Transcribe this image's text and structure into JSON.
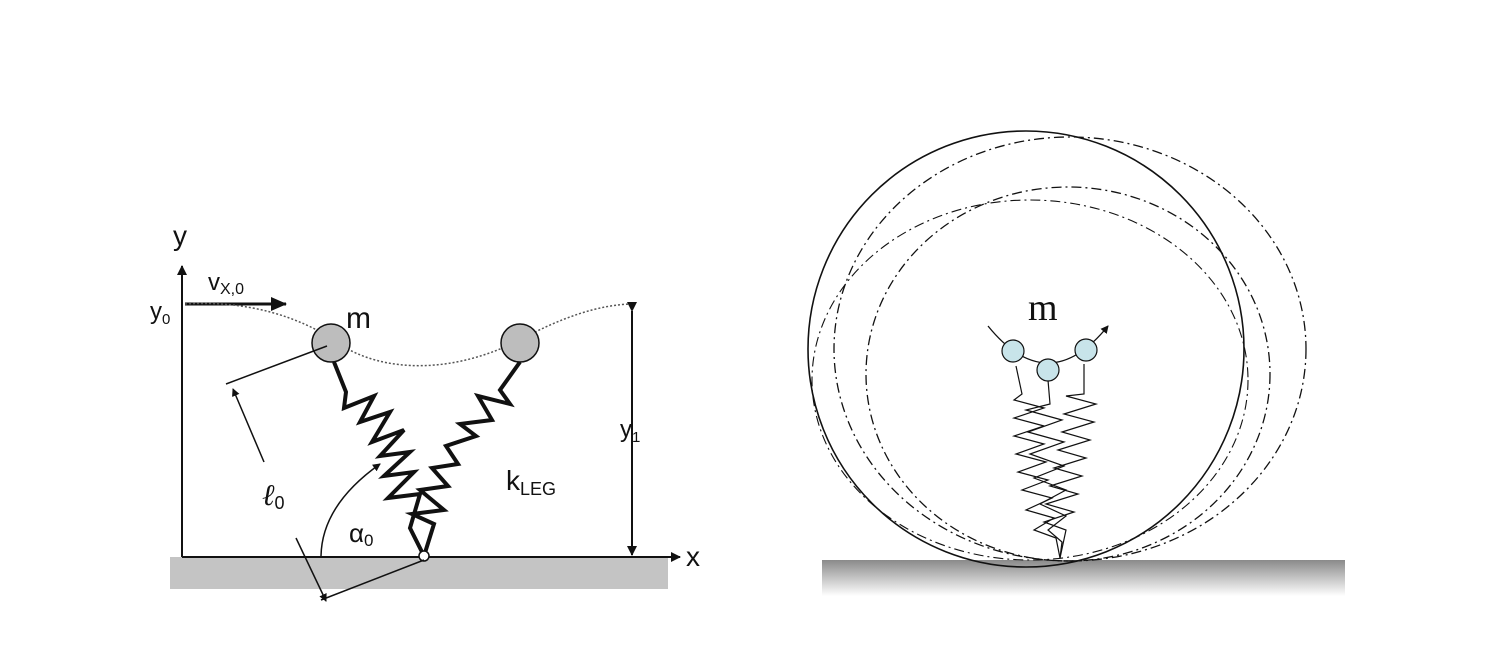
{
  "left_diagram": {
    "labels": {
      "y_axis": "y",
      "x_axis": "x",
      "velocity": "v",
      "velocity_sub": "X,0",
      "y0": "y",
      "y0_sub": "0",
      "mass": "m",
      "y1": "y",
      "y1_sub": "1",
      "leg_length": "ℓ",
      "leg_length_sub": "0",
      "angle": "α",
      "angle_sub": "0",
      "stiffness": "k",
      "stiffness_sub": "LEG"
    },
    "colors": {
      "ground": "#c4c4c4",
      "mass": "#bdbdbd",
      "line": "#111111"
    }
  },
  "right_diagram": {
    "labels": {
      "mass": "m"
    },
    "colors": {
      "mass": "#c8e4ea",
      "ground_top": "#8a8a8a",
      "ground_bottom": "#ffffff",
      "line": "#111111"
    }
  }
}
